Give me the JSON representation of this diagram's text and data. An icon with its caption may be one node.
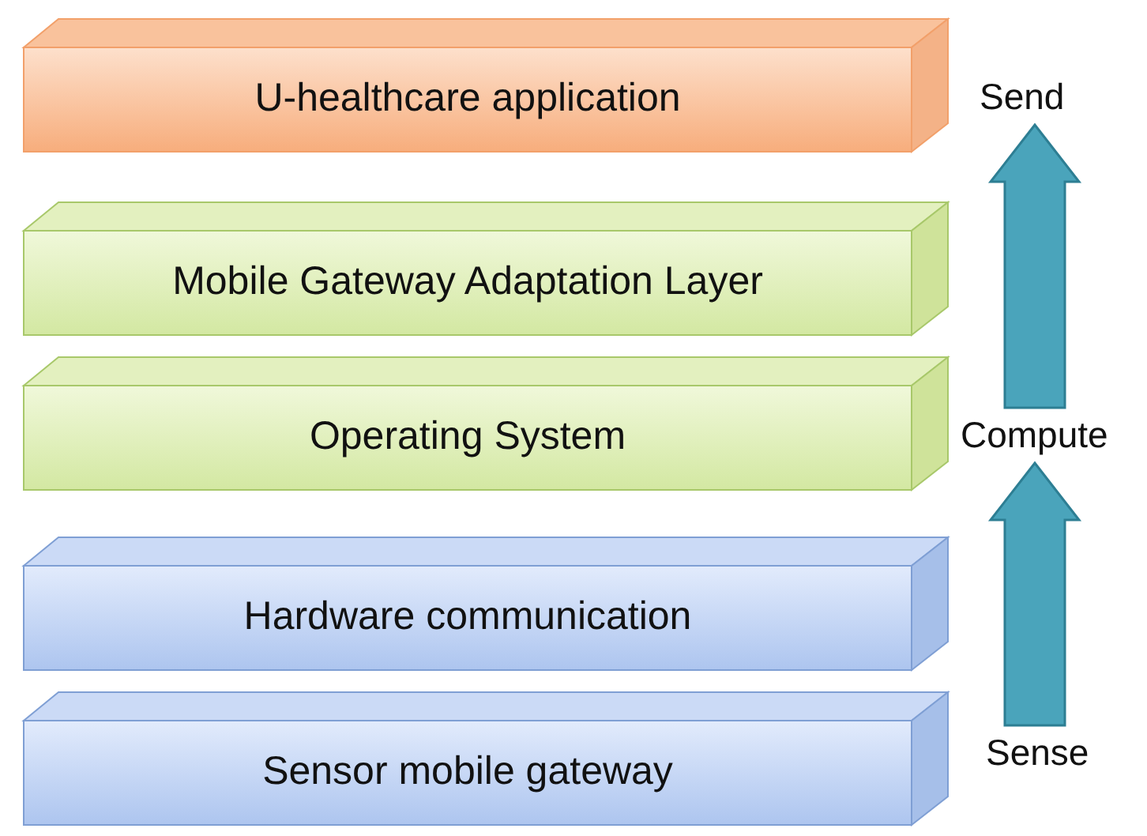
{
  "diagram": {
    "nodes": [
      {
        "text": [
          "U-healthcare application"
        ]
      },
      {
        "text": [
          "Mobile Gateway Adaptation Layer"
        ]
      },
      {
        "text": [
          "Operating System"
        ]
      },
      {
        "text": [
          "Hardware communication"
        ]
      },
      {
        "text": [
          "Sensor mobile gateway"
        ]
      },
      {
        "text": [
          "Send"
        ]
      },
      {
        "text": [
          "Compute"
        ]
      },
      {
        "text": [
          "Sense"
        ]
      }
    ],
    "edges": [
      {
        "from": 7,
        "to": 6,
        "arrow": "to",
        "style": "thick"
      },
      {
        "from": 6,
        "to": 5,
        "arrow": "to",
        "style": "thick"
      }
    ]
  }
}
